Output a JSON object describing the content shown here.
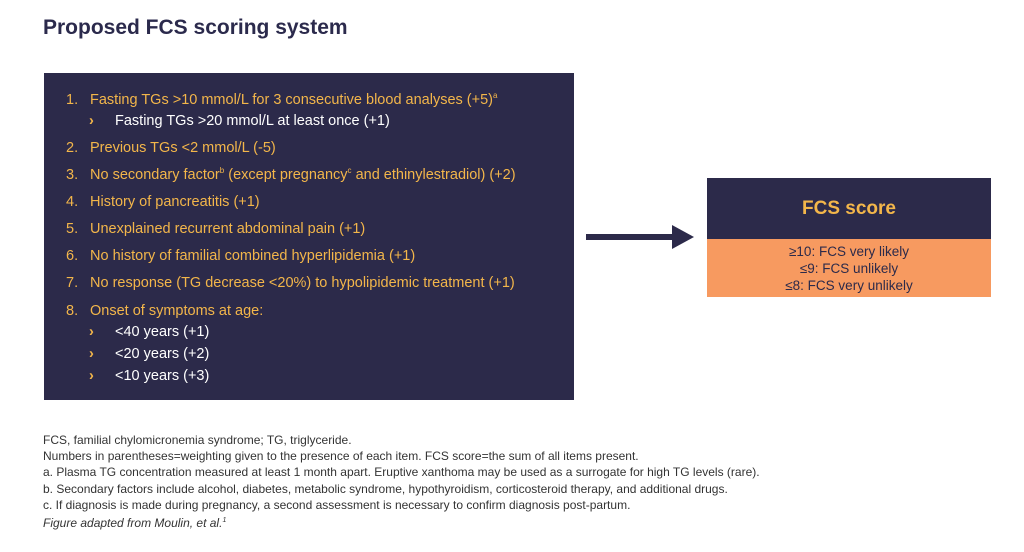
{
  "title": "Proposed FCS scoring system",
  "criteria": {
    "items": [
      {
        "num": "1.",
        "text": "Fasting TGs >10 mmol/L for 3 consecutive blood analyses (+5)",
        "sup": "a"
      },
      {
        "num": "2.",
        "text": "Previous TGs <2 mmol/L (-5)"
      },
      {
        "num": "3.",
        "pre": "No secondary factor",
        "sup1": "b",
        "mid": " (except pregnancy",
        "sup2": "c",
        "post": " and ethinylestradiol) (+2)"
      },
      {
        "num": "4.",
        "text": "History of pancreatitis (+1)"
      },
      {
        "num": "5.",
        "text": "Unexplained recurrent abdominal pain (+1)"
      },
      {
        "num": "6.",
        "text": "No history of familial combined hyperlipidemia (+1)"
      },
      {
        "num": "7.",
        "text": "No response (TG decrease <20%) to hypolipidemic treatment (+1)"
      },
      {
        "num": "8.",
        "text": "Onset of symptoms at age:"
      }
    ],
    "bullet": "›",
    "sub_item_1": "Fasting TGs >20 mmol/L at least once (+1)",
    "age_items": [
      "<40 years (+1)",
      "<20 years (+2)",
      "<10 years (+3)"
    ]
  },
  "score": {
    "heading": "FCS score",
    "lines": [
      "≥10: FCS very likely",
      "≤9: FCS unlikely",
      "≤8: FCS very unlikely"
    ]
  },
  "footnotes": [
    "FCS, familial chylomicronemia syndrome; TG, triglyceride.",
    "Numbers in parentheses=weighting given to the presence of each item. FCS score=the sum of all items present.",
    "a. Plasma TG concentration measured at least 1 month apart. Eruptive xanthoma may be used as a surrogate for high TG levels (rare).",
    "b. Secondary factors include alcohol, diabetes, metabolic syndrome, hypothyroidism, corticosteroid therapy, and additional drugs.",
    "c. If diagnosis is made during pregnancy, a second assessment is necessary to confirm diagnosis post-partum."
  ],
  "source": "Figure adapted from Moulin, et al.",
  "source_sup": "1",
  "colors": {
    "navy": "#2c2a4a",
    "gold": "#f3b64a",
    "orange": "#f79a60"
  }
}
